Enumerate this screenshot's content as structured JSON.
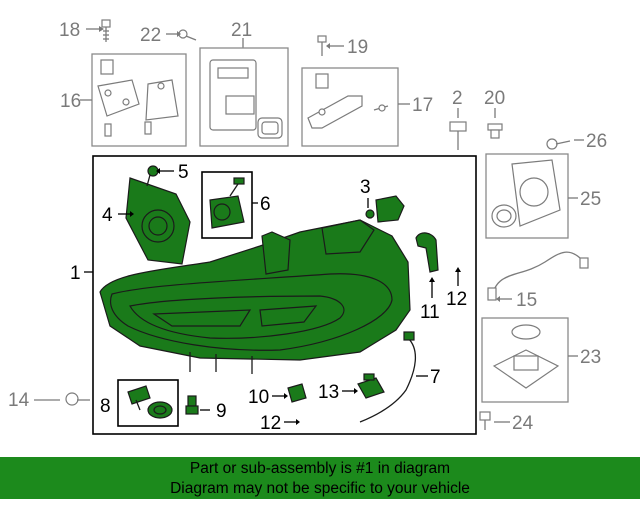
{
  "diagram": {
    "callouts": {
      "c1": "1",
      "c2": "2",
      "c3": "3",
      "c4": "4",
      "c5": "5",
      "c6": "6",
      "c7": "7",
      "c8": "8",
      "c9": "9",
      "c10": "10",
      "c11": "11",
      "c12a": "12",
      "c12b": "12",
      "c13": "13",
      "c14": "14",
      "c15": "15",
      "c16": "16",
      "c17": "17",
      "c18": "18",
      "c19": "19",
      "c20": "20",
      "c21": "21",
      "c22": "22",
      "c23": "23",
      "c24": "24",
      "c25": "25",
      "c26": "26"
    },
    "highlight_color": "#1c8a1c"
  },
  "footer": {
    "line1": "Part or sub-assembly is #1 in diagram",
    "line2": "Diagram may not be specific to your vehicle"
  }
}
